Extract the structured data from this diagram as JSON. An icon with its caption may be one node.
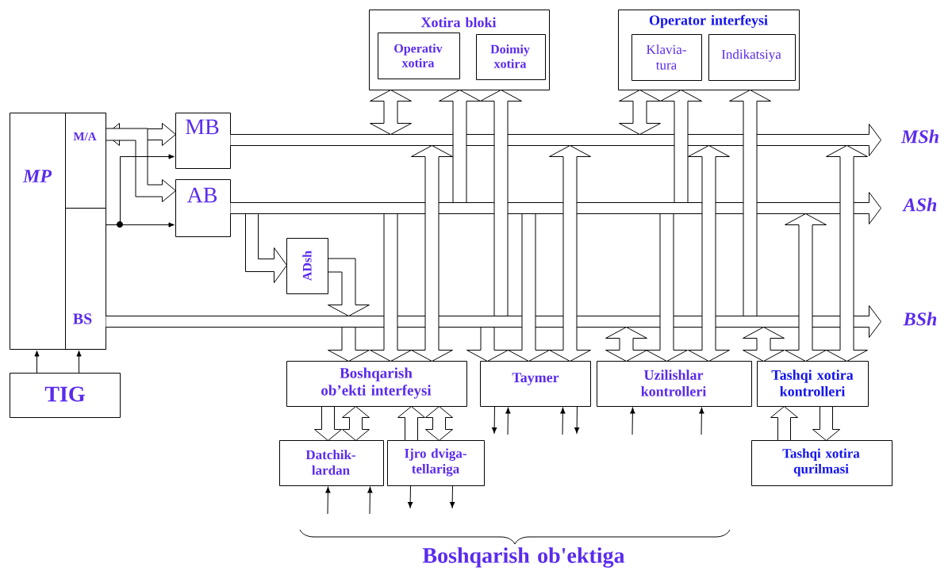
{
  "diagram": {
    "nodes": [
      {
        "text": [
          "MP"
        ]
      },
      {
        "text": [
          "M/A"
        ],
        "in": 0
      },
      {
        "text": [
          "BS"
        ],
        "in": 0
      },
      {
        "text": [
          "TIG"
        ]
      },
      {
        "text": [
          "MB"
        ]
      },
      {
        "text": [
          "AB"
        ]
      },
      {
        "text": [
          "ADsh"
        ]
      },
      {
        "text": [
          "MSh"
        ]
      },
      {
        "text": [
          "ASh"
        ]
      },
      {
        "text": [
          "BSh"
        ]
      },
      {
        "text": [
          "Xotira bloki"
        ]
      },
      {
        "text": [
          "Operativ xotira"
        ],
        "in": 10
      },
      {
        "text": [
          "Doimiy xotira"
        ],
        "in": 10
      },
      {
        "text": [
          "Operator interfeysi"
        ]
      },
      {
        "text": [
          "Klavia- tura"
        ],
        "in": 13
      },
      {
        "text": [
          "Indikatsiya"
        ],
        "in": 13
      },
      {
        "text": [
          "Boshqarish ob’ekti interfeysi"
        ]
      },
      {
        "text": [
          "Taymer"
        ]
      },
      {
        "text": [
          "Uzilishlar kontrolleri"
        ]
      },
      {
        "text": [
          "Tashqi xotira kontrolleri"
        ]
      },
      {
        "text": [
          "Datchik- lardan"
        ]
      },
      {
        "text": [
          "Ijro dviga- tellariga"
        ]
      },
      {
        "text": [
          "Tashqi xotira qurilmasi"
        ]
      }
    ],
    "edges": [
      {
        "from": 1,
        "to": 4,
        "arrow": "both",
        "style": "thick"
      },
      {
        "from": 1,
        "to": 5,
        "arrow": "to",
        "style": "thick"
      },
      {
        "from": 2,
        "to": 4,
        "arrow": "to"
      },
      {
        "from": 2,
        "to": 5,
        "arrow": "to"
      },
      {
        "from": 3,
        "to": 0,
        "arrow": "to"
      },
      {
        "from": 3,
        "to": 2,
        "arrow": "to"
      },
      {
        "from": 8,
        "to": 6,
        "arrow": "to",
        "style": "thick"
      },
      {
        "from": 6,
        "to": 9,
        "arrow": "to",
        "style": "thick"
      },
      {
        "from": 10,
        "to": 7,
        "arrow": "both",
        "style": "thick"
      },
      {
        "from": 8,
        "to": 10,
        "arrow": "to",
        "style": "thick"
      },
      {
        "from": 9,
        "to": 10,
        "arrow": "to",
        "style": "thick"
      },
      {
        "from": 13,
        "to": 7,
        "arrow": "both",
        "style": "thick"
      },
      {
        "from": 8,
        "to": 13,
        "arrow": "to",
        "style": "thick"
      },
      {
        "from": 9,
        "to": 13,
        "arrow": "to",
        "style": "thick"
      },
      {
        "from": 9,
        "to": 16,
        "arrow": "to",
        "style": "thick"
      },
      {
        "from": 8,
        "to": 16,
        "arrow": "to",
        "style": "thick"
      },
      {
        "from": 7,
        "to": 16,
        "arrow": "both",
        "style": "thick"
      },
      {
        "from": 9,
        "to": 17,
        "arrow": "to",
        "style": "thick"
      },
      {
        "from": 8,
        "to": 17,
        "arrow": "to",
        "style": "thick"
      },
      {
        "from": 7,
        "to": 17,
        "arrow": "both",
        "style": "thick"
      },
      {
        "from": 9,
        "to": 18,
        "arrow": "both",
        "style": "thick"
      },
      {
        "from": 8,
        "to": 18,
        "arrow": "to",
        "style": "thick"
      },
      {
        "from": 7,
        "to": 18,
        "arrow": "both",
        "style": "thick"
      },
      {
        "from": 9,
        "to": 19,
        "arrow": "both",
        "style": "thick"
      },
      {
        "from": 8,
        "to": 19,
        "arrow": "both",
        "style": "thick"
      },
      {
        "from": 7,
        "to": 19,
        "arrow": "both",
        "style": "thick"
      },
      {
        "from": 16,
        "to": 20,
        "arrow": "to",
        "style": "thick"
      },
      {
        "from": 16,
        "to": 20,
        "arrow": "both",
        "style": "thick"
      },
      {
        "from": 21,
        "to": 16,
        "arrow": "to",
        "style": "thick"
      },
      {
        "from": 16,
        "to": 21,
        "arrow": "both",
        "style": "thick"
      },
      {
        "from": 17,
        "to": null,
        "arrow": "to"
      },
      {
        "from": null,
        "to": 17,
        "arrow": "to"
      },
      {
        "from": null,
        "to": 17,
        "arrow": "to"
      },
      {
        "from": 17,
        "to": null,
        "arrow": "to"
      },
      {
        "from": null,
        "to": 20,
        "arrow": "to"
      },
      {
        "from": null,
        "to": 20,
        "arrow": "to"
      },
      {
        "from": 21,
        "to": null,
        "arrow": "to"
      },
      {
        "from": 21,
        "to": null,
        "arrow": "to"
      },
      {
        "from": null,
        "to": 18,
        "arrow": "to"
      },
      {
        "from": null,
        "to": 18,
        "arrow": "to"
      },
      {
        "from": 22,
        "to": 19,
        "arrow": "to",
        "style": "thick"
      },
      {
        "from": 19,
        "to": 22,
        "arrow": "to",
        "style": "thick"
      }
    ],
    "labels": [
      "Boshqarish ob'ektiga"
    ]
  }
}
